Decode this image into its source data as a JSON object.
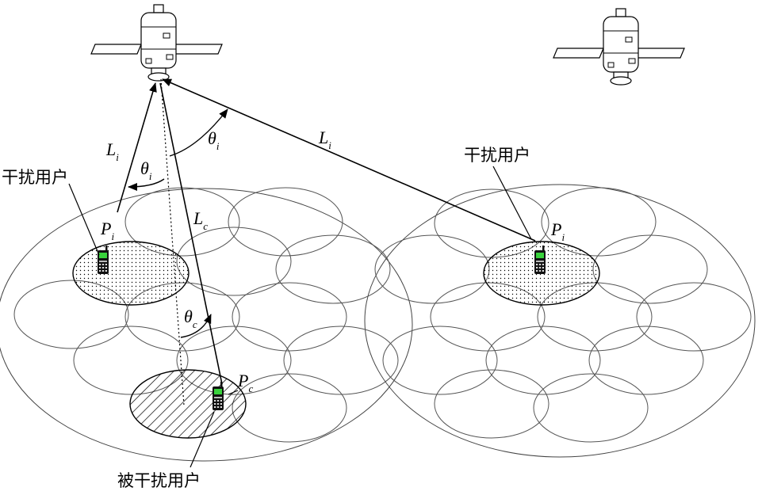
{
  "labels": {
    "interfering_user": "干扰用户",
    "interfered_user": "被干扰用户",
    "L": "L",
    "P": "P",
    "theta": "θ",
    "sub_i": "i",
    "sub_c": "c"
  }
}
